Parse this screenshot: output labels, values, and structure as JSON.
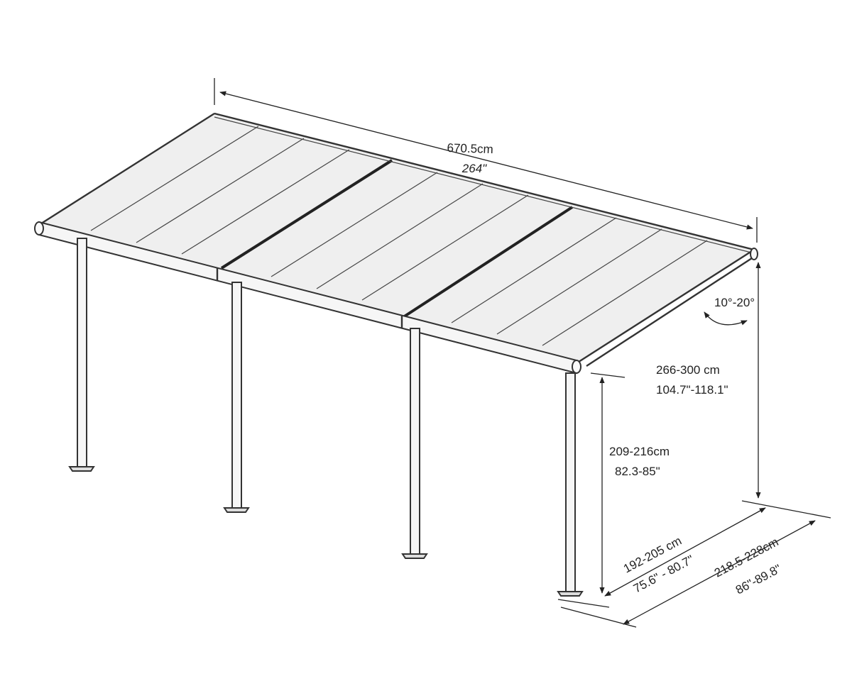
{
  "dimensions": {
    "length_cm": "670.5cm",
    "length_in": "264\"",
    "slope_angle": "10°-20°",
    "total_height_cm": "266-300 cm",
    "total_height_in": "104.7\"-118.1\"",
    "post_height_cm": "209-216cm",
    "post_height_in": "82.3-85\"",
    "post_depth_cm": "192-205 cm",
    "post_depth_in": "75.6\" - 80.7\"",
    "total_depth_cm": "218.5-228cm",
    "total_depth_in": "86\"-89.8\""
  },
  "colors": {
    "line": "#333333",
    "panel": "#efefef",
    "background": "#ffffff"
  }
}
